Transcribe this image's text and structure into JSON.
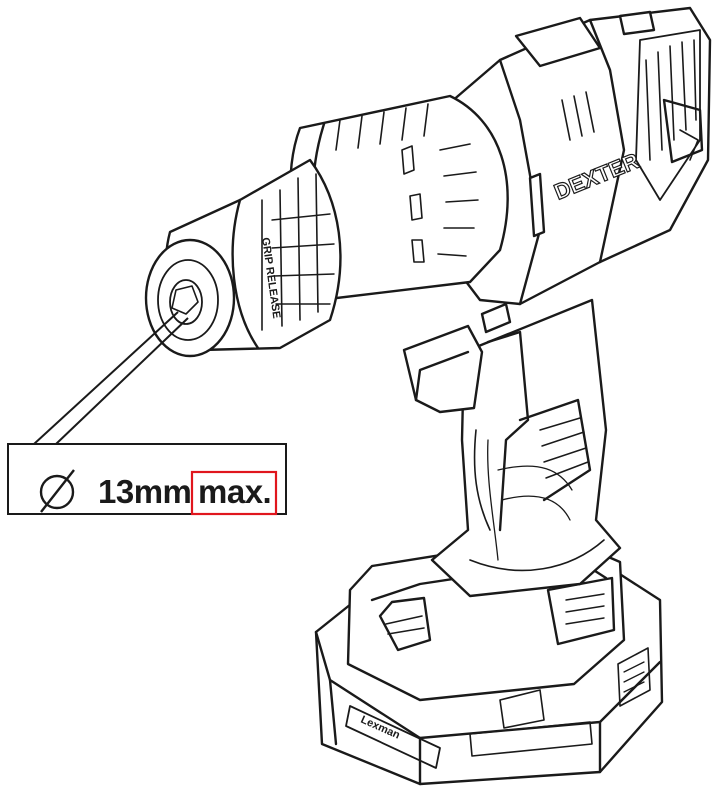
{
  "callout": {
    "symbol": "∅",
    "size": "13mm",
    "qualifier": "max.",
    "highlight_color": "#e0161d"
  },
  "engravings": {
    "brand": "DEXTER",
    "collar": "GRIP RELEASE",
    "battery": "Lexman"
  },
  "colors": {
    "line": "#1a1a1a",
    "background": "#ffffff"
  }
}
